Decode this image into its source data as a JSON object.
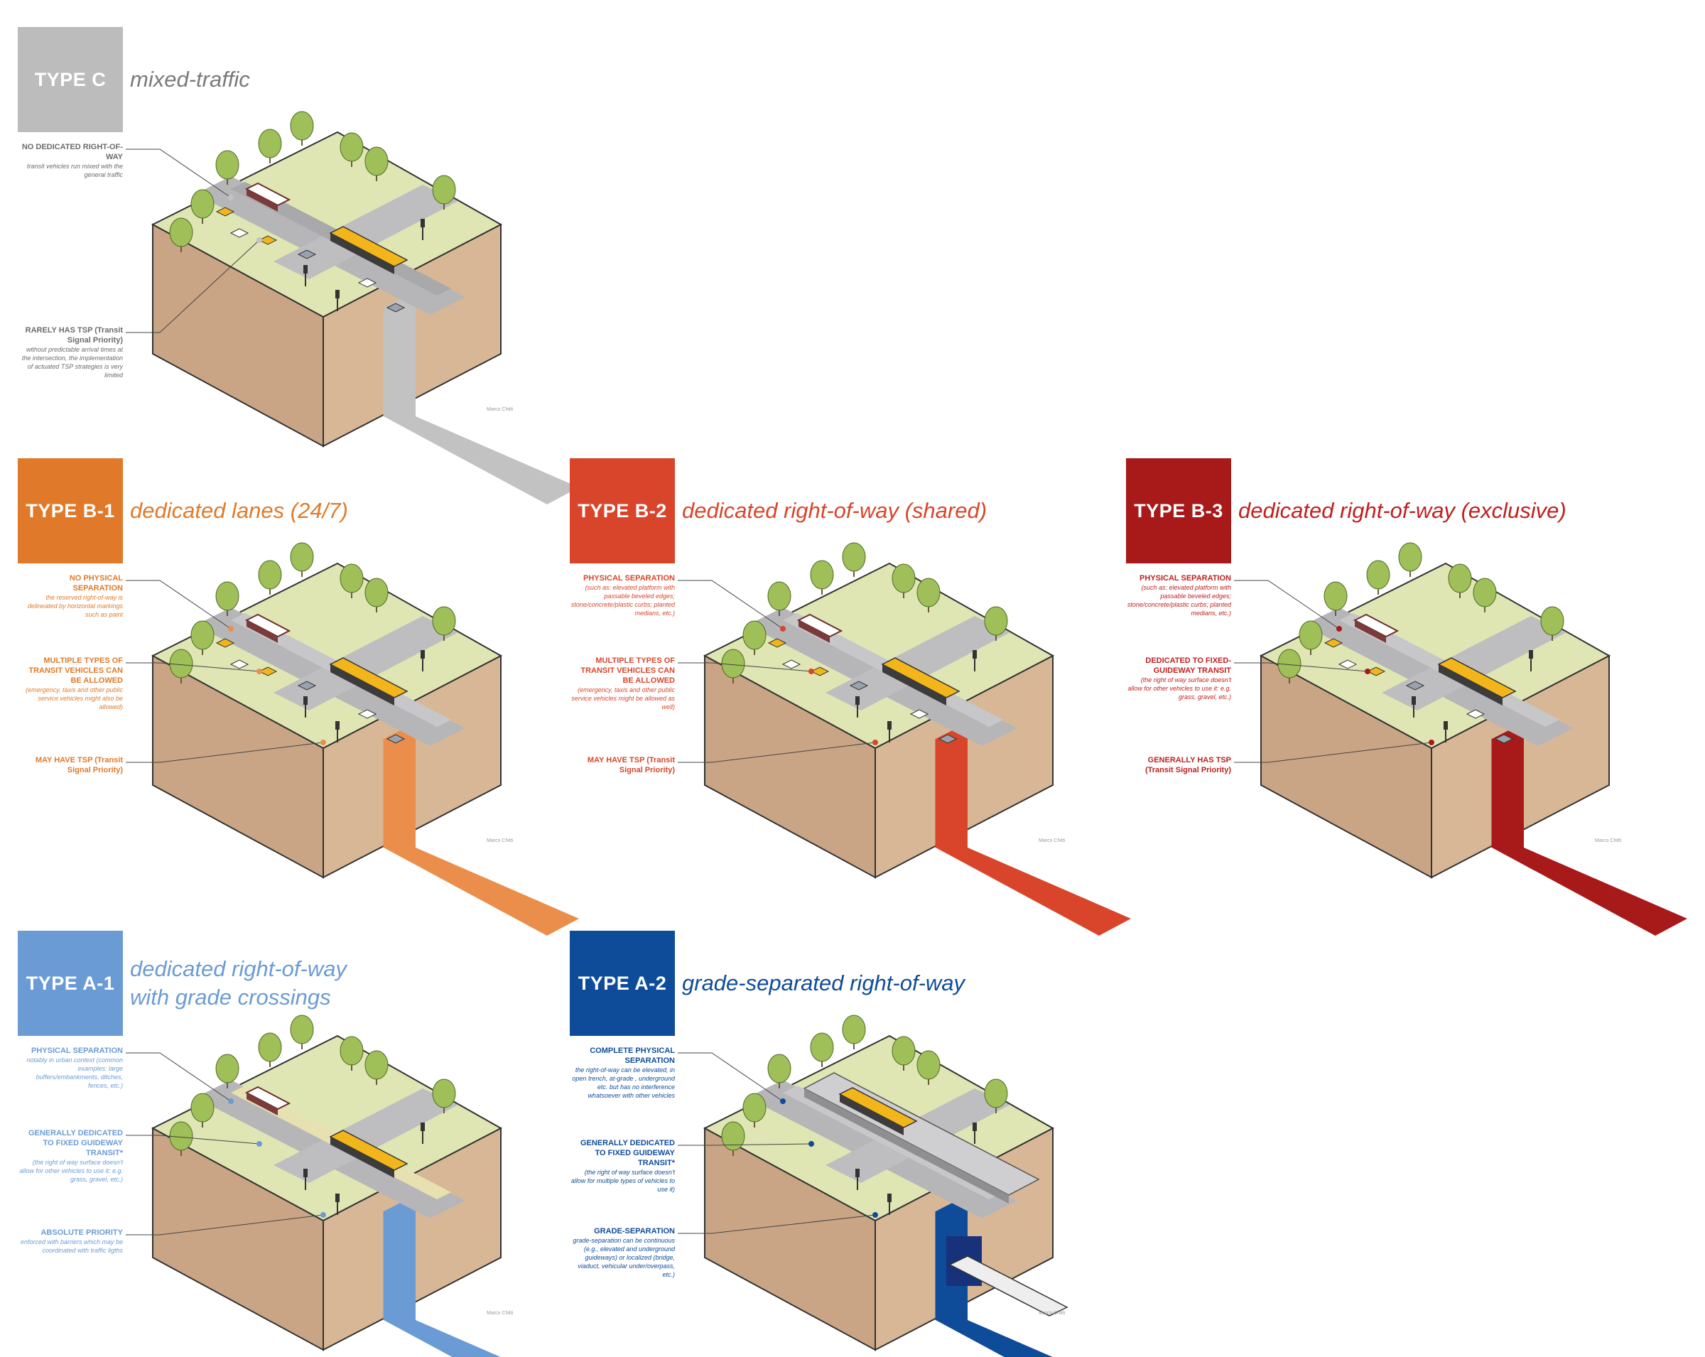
{
  "panels": [
    {
      "id": "type-c",
      "type": "TYPE C",
      "subtitle": [
        "mixed-traffic"
      ],
      "color": "#bcbcbc",
      "title_color": "#7a7a7a",
      "label_color": "#6b6b6b",
      "strip_color": "#c2c2c2",
      "labels": [
        {
          "title": "NO DEDICATED RIGHT-OF-WAY",
          "desc": "transit vehicles run mixed with the general traffic"
        },
        {
          "title": "RARELY HAS TSP (Transit Signal Priority)",
          "desc": "without predictable arrival times at the intersection, the implementation of actuated TSP strategies is very limited"
        }
      ],
      "credit": "Marco Chitti"
    },
    {
      "id": "type-b1",
      "type": "TYPE B-1",
      "subtitle": [
        "dedicated lanes (24/7)"
      ],
      "color": "#e07a2a",
      "title_color": "#e07a2a",
      "label_color": "#e07a2a",
      "strip_color": "#eb8e4b",
      "labels": [
        {
          "title": "NO PHYSICAL SEPARATION",
          "desc": "the reserved right-of-way is delineated by horizontal markings such as paint"
        },
        {
          "title": "MULTIPLE TYPES OF TRANSIT VEHICLES CAN BE ALLOWED",
          "desc": "(emergency, taxis and other public service vehicles might also be allowed)"
        },
        {
          "title": "MAY HAVE TSP (Transit Signal Priority)",
          "desc": ""
        }
      ],
      "credit": "Marco Chitti"
    },
    {
      "id": "type-b2",
      "type": "TYPE B-2",
      "subtitle": [
        "dedicated right-of-way (shared)"
      ],
      "color": "#d9452b",
      "title_color": "#d9452b",
      "label_color": "#d9452b",
      "strip_color": "#d9452b",
      "labels": [
        {
          "title": "PHYSICAL SEPARATION",
          "desc": "(such as: elevated platform with passable beveled edges; stone/concrete/plastic curbs; planted medians, etc.)"
        },
        {
          "title": "MULTIPLE TYPES OF TRANSIT VEHICLES CAN BE ALLOWED",
          "desc": "(emergency, taxis and other public service vehicles might be allowed as well)"
        },
        {
          "title": "MAY HAVE TSP (Transit Signal Priority)",
          "desc": ""
        }
      ],
      "credit": "Marco Chitti"
    },
    {
      "id": "type-b3",
      "type": "TYPE B-3",
      "subtitle": [
        "dedicated right-of-way (exclusive)"
      ],
      "color": "#a8191a",
      "title_color": "#c0201f",
      "label_color": "#c0201f",
      "strip_color": "#a8191a",
      "labels": [
        {
          "title": "PHYSICAL SEPARATION",
          "desc": "(such as: elevated platform with passable beveled edges; stone/concrete/plastic curbs; planted medians, etc.)"
        },
        {
          "title": "DEDICATED TO FIXED-GUIDEWAY TRANSIT",
          "desc": "(the right of way surface doesn't allow for other vehicles to use it: e.g. grass, gravel, etc.)"
        },
        {
          "title": "GENERALLY HAS TSP (Transit Signal Priority)",
          "desc": ""
        }
      ],
      "credit": "Marco Chitti"
    },
    {
      "id": "type-a1",
      "type": "TYPE A-1",
      "subtitle": [
        "dedicated right-of-way",
        "with grade crossings"
      ],
      "color": "#6b9bd5",
      "title_color": "#6b9bd5",
      "label_color": "#6b9bd5",
      "strip_color": "#6b9bd5",
      "labels": [
        {
          "title": "PHYSICAL SEPARATION",
          "desc": "notably in urban context (common examples: large buffers/embankments, ditches, fences, etc.)"
        },
        {
          "title": "GENERALLY DEDICATED TO FIXED GUIDEWAY TRANSIT*",
          "desc": "(the right of way surface doesn't allow for other vehicles to use it: e.g. grass, gravel, etc.)"
        },
        {
          "title": "ABSOLUTE PRIORITY",
          "desc": "enforced with barriers which may be coordinated with traffic ligths"
        }
      ],
      "credit": "Marco Chitti"
    },
    {
      "id": "type-a2",
      "type": "TYPE A-2",
      "subtitle": [
        "grade-separated right-of-way"
      ],
      "color": "#0e4c9a",
      "title_color": "#0e4c9a",
      "label_color": "#0e4c9a",
      "strip_color": "#0e4c9a",
      "labels": [
        {
          "title": "COMPLETE PHYSICAL SEPARATION",
          "desc": "the right-of-way can be elevated, in open trench, at-grade , underground etc. but has no interference whatsoever with other vehicles"
        },
        {
          "title": "GENERALLY DEDICATED TO FIXED GUIDEWAY TRANSIT*",
          "desc": "(the right of way surface doesn't allow for multiple types of vehicles to use it)"
        },
        {
          "title": "GRADE-SEPARATION",
          "desc": "grade-separation can be continuous (e.g., elevated and underground guideways) or localized (bridge, viaduct, vehicular under/overpass, etc.)"
        }
      ],
      "credit": "Marco Chitti"
    }
  ]
}
